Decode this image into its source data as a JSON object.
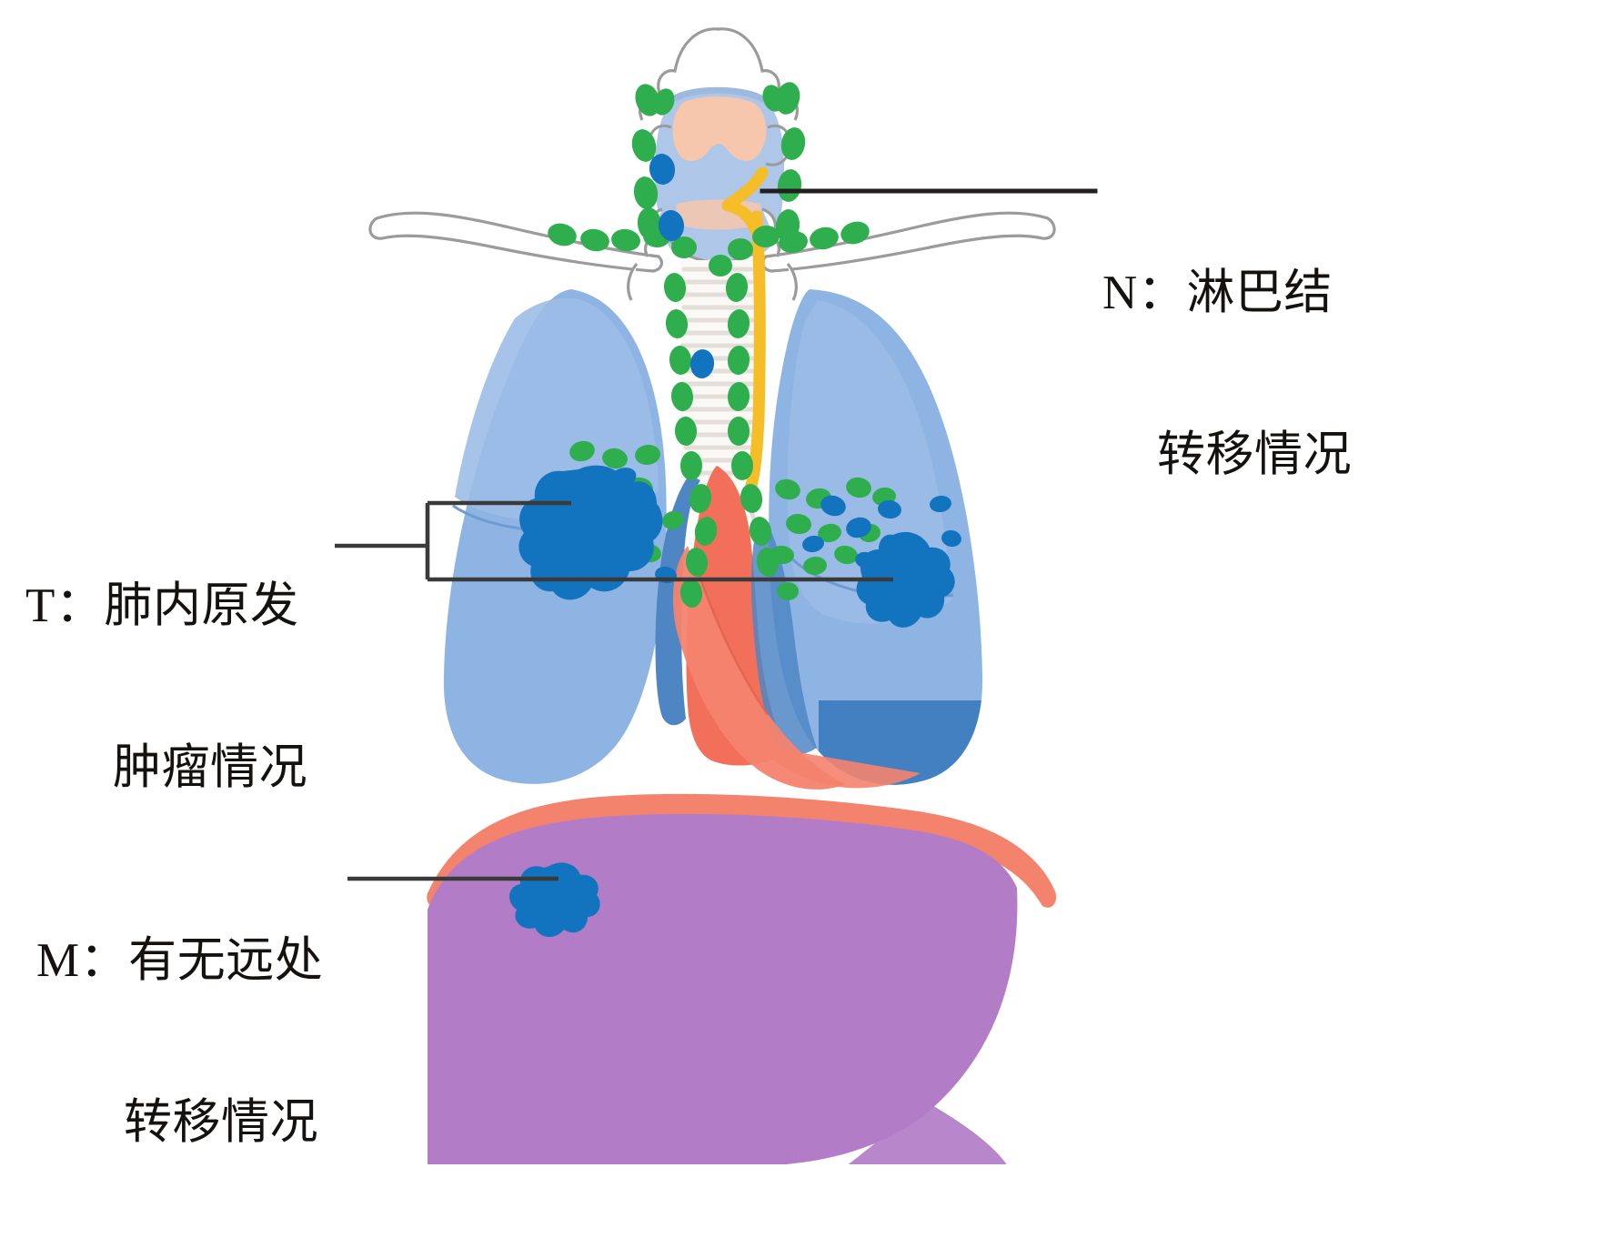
{
  "figure": {
    "kind": "anatomical-diagram",
    "subject": "lung-cancer-TNM-staging",
    "background": "#ffffff"
  },
  "labels": {
    "n": {
      "key": "N",
      "line1": "N：淋巴结",
      "line2": "转移情况",
      "anchor": "cervical-lymph-node-chain",
      "leader": "straight-line-left"
    },
    "t": {
      "key": "T",
      "line1": "T：肺内原发",
      "line2": "肿瘤情况",
      "anchor": "primary-lung-tumors",
      "leader": "bracket-two-arms"
    },
    "m": {
      "key": "M",
      "line1": "M：有无远处",
      "line2": "转移情况",
      "anchor": "liver-metastasis",
      "leader": "straight-line-right"
    }
  },
  "anatomy": {
    "parts": [
      {
        "name": "lung-right",
        "label": "右肺",
        "color": "#8EB4E3"
      },
      {
        "name": "lung-left",
        "label": "左肺",
        "color": "#8EB4E3"
      },
      {
        "name": "trachea",
        "label": "气管",
        "color": "#f4f2ef"
      },
      {
        "name": "larynx-thyroid",
        "label": "喉与甲状腺",
        "color": "#aec6e8"
      },
      {
        "name": "heart",
        "label": "心脏",
        "color": "#F2705A"
      },
      {
        "name": "liver",
        "label": "肝脏",
        "color": "#B27CC6"
      },
      {
        "name": "diaphragm",
        "label": "膈肌",
        "color": "#F4836E"
      },
      {
        "name": "clavicle",
        "label": "锁骨",
        "color": "#9b9b9b"
      },
      {
        "name": "spine",
        "label": "脊柱",
        "color": "#e9e4e0"
      },
      {
        "name": "vagus-nerve",
        "label": "神经",
        "color": "#F5BE28"
      },
      {
        "name": "vessel",
        "label": "血管",
        "color": "#3E7DC0"
      }
    ],
    "markers": [
      {
        "name": "lymph-node",
        "label": "淋巴结",
        "color": "#2FAE4E",
        "count": 64
      },
      {
        "name": "tumor-primary",
        "label": "原发肿瘤",
        "color": "#1273BE",
        "count": 2
      },
      {
        "name": "tumor-metastasis",
        "label": "转移灶",
        "color": "#1273BE",
        "count": 1
      },
      {
        "name": "node-involved",
        "label": "受累淋巴结",
        "color": "#1273BE",
        "count": 14
      }
    ]
  },
  "colors": {
    "lung": "#8EB4E3",
    "lung_edge": "#6F9BD2",
    "lung_dark": "#3E7DC0",
    "tumor": "#1273BE",
    "node": "#2FAE4E",
    "heart": "#F2705A",
    "liver": "#B27CC6",
    "diaphragm": "#F4836E",
    "bone": "#9b9b9b",
    "nerve": "#F5BE28",
    "leader": "#231f20",
    "text": "#14110f"
  }
}
